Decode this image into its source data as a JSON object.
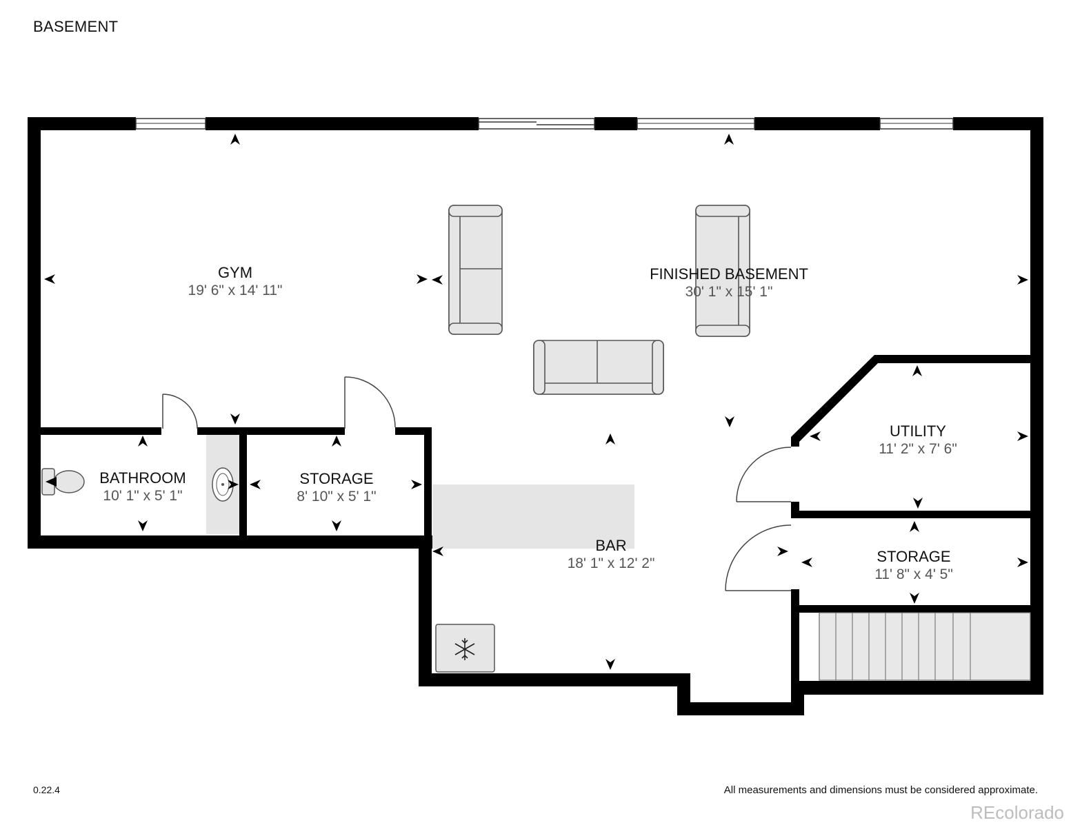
{
  "header": {
    "floor_label": "BASEMENT"
  },
  "footer": {
    "version": "0.22.4",
    "disclaimer": "All measurements and dimensions must be considered approximate.",
    "watermark": "REcolorado"
  },
  "rooms": {
    "gym": {
      "name": "GYM",
      "dims": "19' 6\" x 14' 11\""
    },
    "finished_basement": {
      "name": "FINISHED BASEMENT",
      "dims": "30' 1\" x 15' 1\""
    },
    "bathroom": {
      "name": "BATHROOM",
      "dims": "10' 1\" x 5' 1\""
    },
    "storage_left": {
      "name": "STORAGE",
      "dims": "8' 10\" x 5' 1\""
    },
    "utility": {
      "name": "UTILITY",
      "dims": "11' 2\" x 7' 6\""
    },
    "storage_right": {
      "name": "STORAGE",
      "dims": "11' 8\" x 4' 5\""
    },
    "bar": {
      "name": "BAR",
      "dims": "18' 1\" x 12' 2\""
    }
  },
  "icons": {
    "freezer": "snowflake-icon",
    "toilet": "toilet-icon",
    "sink": "sink-icon"
  }
}
